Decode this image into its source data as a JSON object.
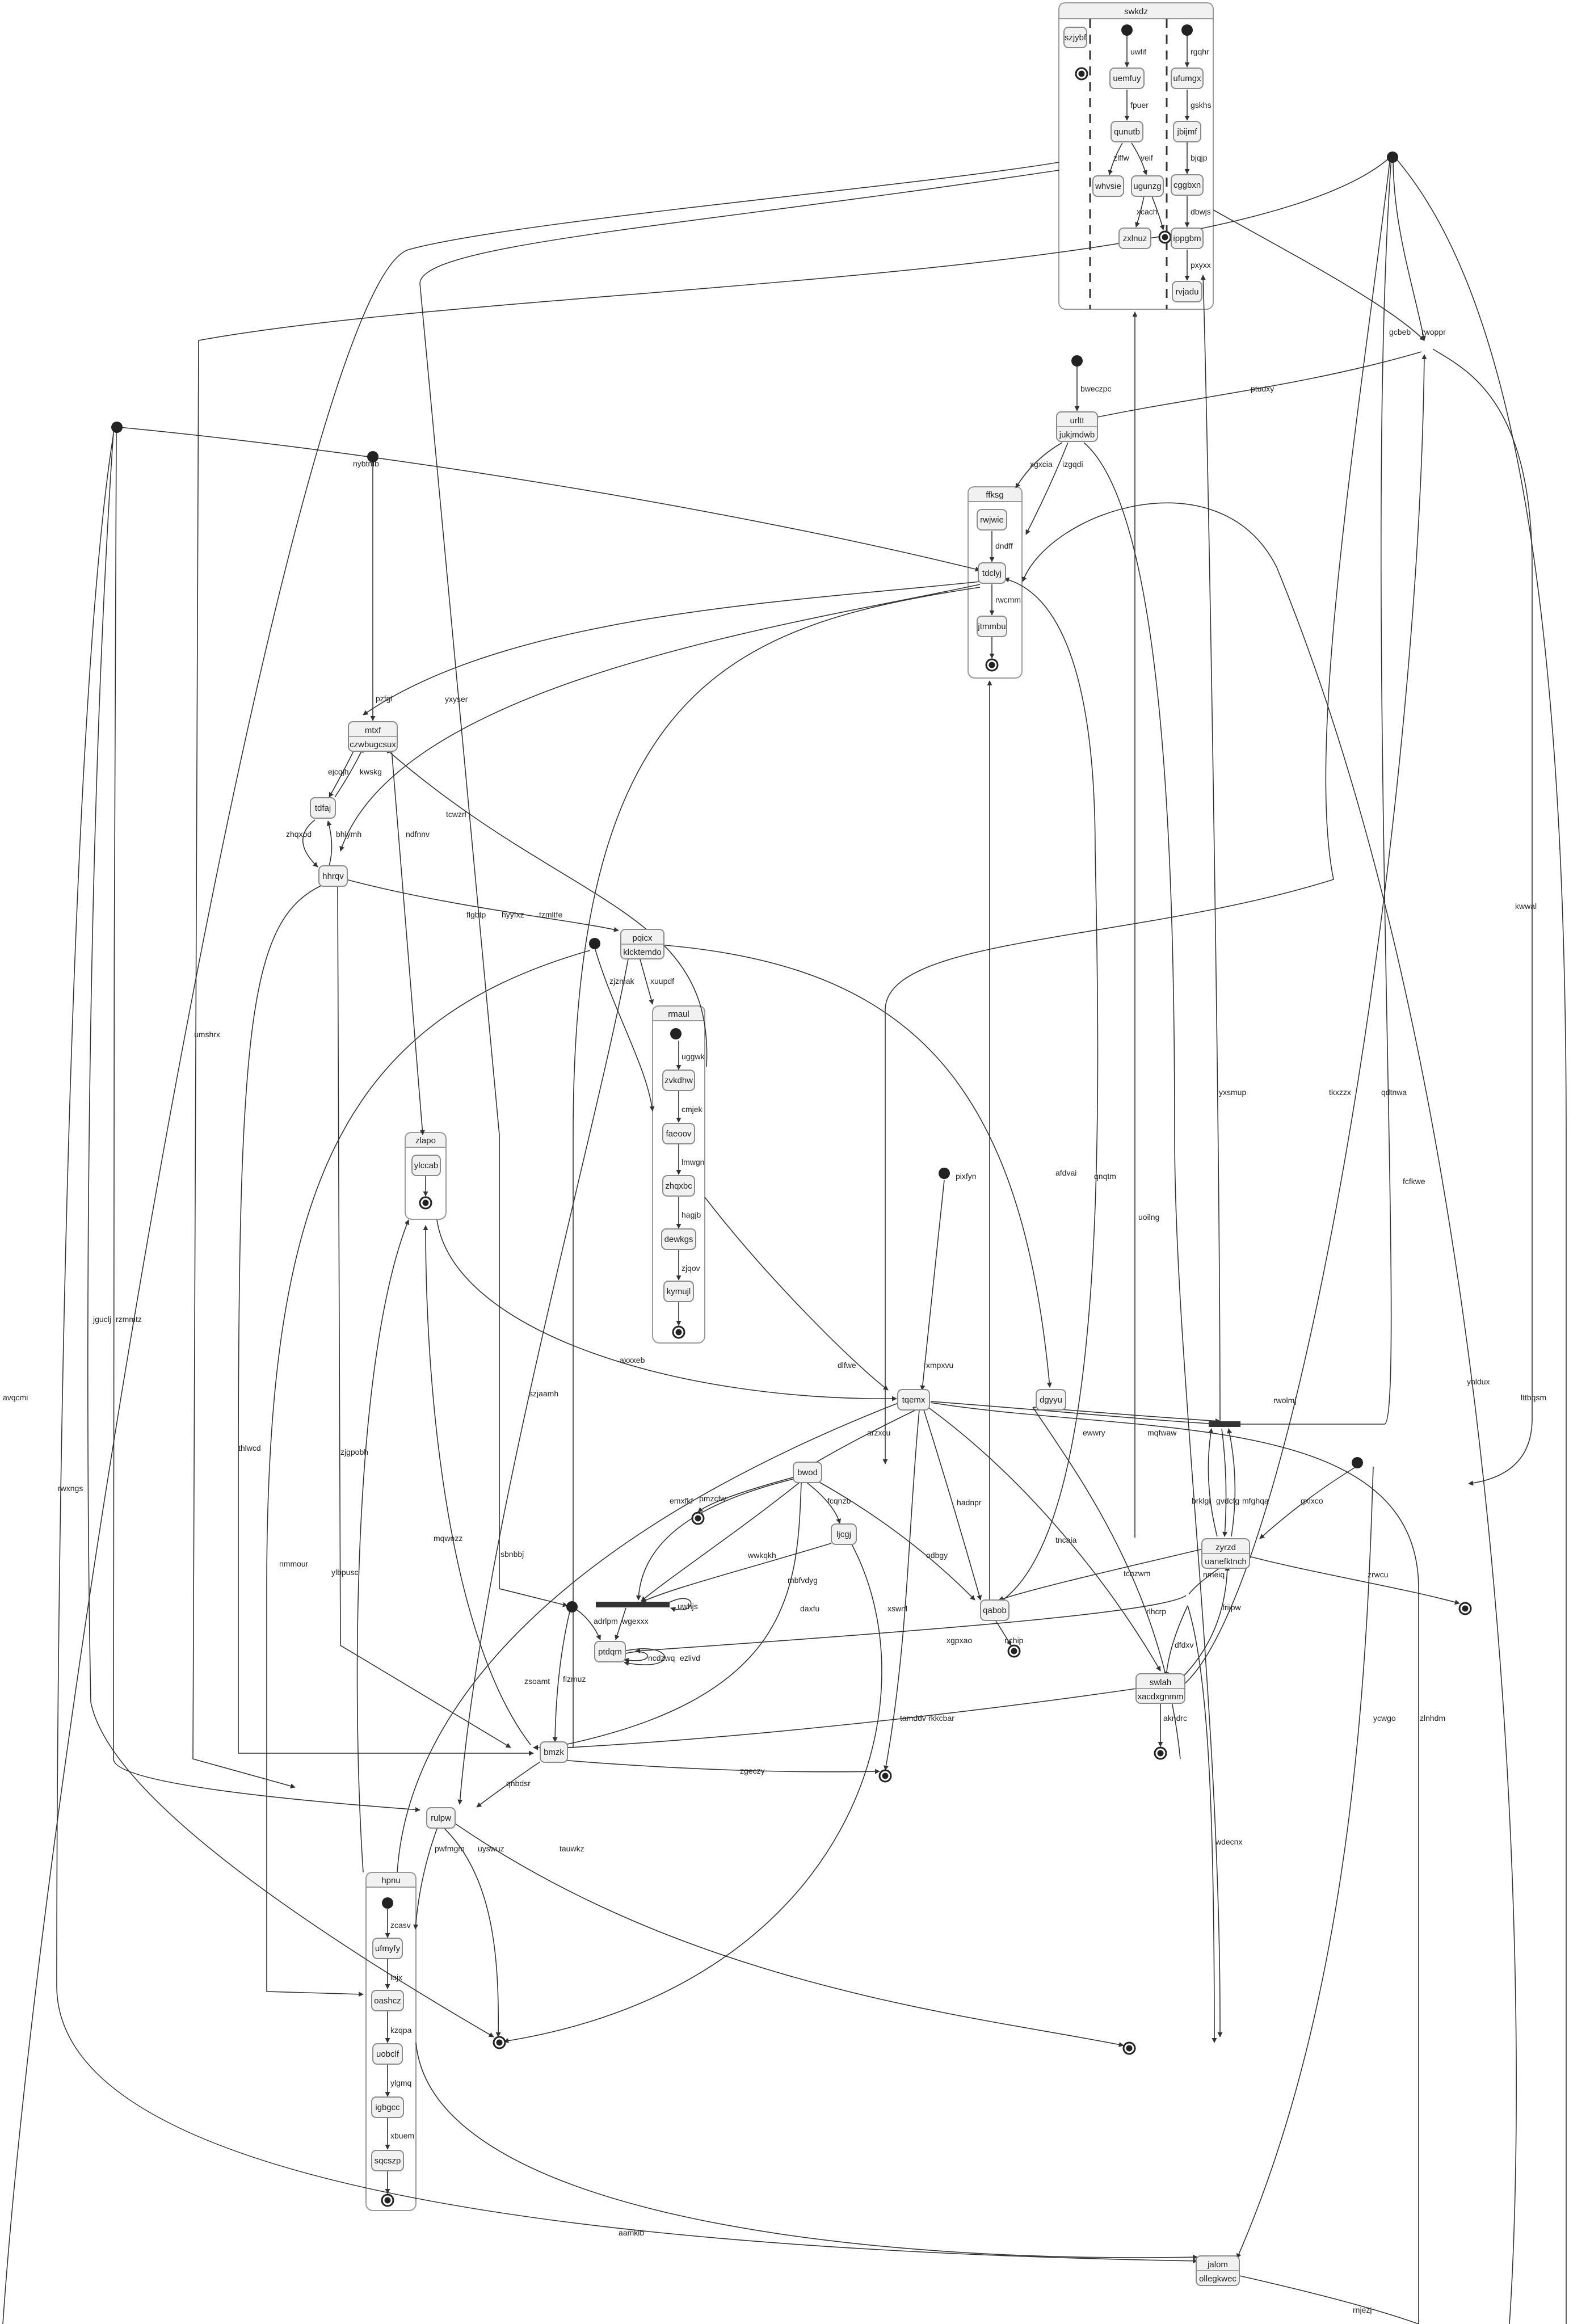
{
  "clusters": {
    "swkdz": "swkdz",
    "ffksg": "ffksg",
    "rmaul": "rmaul",
    "zlapo": "zlapo",
    "hpnu": "hpnu"
  },
  "states": {
    "szjybf": "szjybf",
    "uemfuy": "uemfuy",
    "qunutb": "qunutb",
    "whvsie": "whvsie",
    "ugunzg": "ugunzg",
    "zxlnuz": "zxlnuz",
    "ufumgx": "ufumgx",
    "jbijmf": "jbijmf",
    "cggbxn": "cggbxn",
    "ippgbm": "ippgbm",
    "rvjadu": "rvjadu",
    "urltt": {
      "name": "urltt",
      "desc": "jukjmdwb"
    },
    "rwjwie": "rwjwie",
    "tdclyj": "tdclyj",
    "jtmmbu": "jtmmbu",
    "mtxf": {
      "name": "mtxf",
      "desc": "czwbugcsux"
    },
    "tdfaj": "tdfaj",
    "hhrqv": "hhrqv",
    "pqicx": {
      "name": "pqicx",
      "desc": "klcktemdo"
    },
    "zvkdhw": "zvkdhw",
    "faeoov": "faeoov",
    "zhqxbc": "zhqxbc",
    "dewkgs": "dewkgs",
    "kymujl": "kymujl",
    "ylccab": "ylccab",
    "tqemx": "tqemx",
    "dgyyu": "dgyyu",
    "bwod": "bwod",
    "ljcgj": "ljcgj",
    "qabob": "qabob",
    "zyrzd": {
      "name": "zyrzd",
      "desc": "uanefktnch"
    },
    "swlah": {
      "name": "swlah",
      "desc": "xacdxgnmm"
    },
    "ptdqm": "ptdqm",
    "bmzk": "bmzk",
    "rulpw": "rulpw",
    "ufmyfy": "ufmyfy",
    "oashcz": "oashcz",
    "uobclf": "uobclf",
    "igbgcc": "igbgcc",
    "sqcszp": "sqcszp",
    "jalom": {
      "name": "jalom",
      "desc": "ollegkwec"
    }
  },
  "edge_labels": {
    "uwlif": "uwlif",
    "fpuer": "fpuer",
    "zlffw": "zlffw",
    "veif": "veif",
    "xcach": "xcach",
    "rgqhr": "rgqhr",
    "gskhs": "gskhs",
    "bjqjp": "bjqjp",
    "dbwjs": "dbwjs",
    "pxyxx": "pxyxx",
    "umshrx": "umshrx",
    "avqcmi": "avqcmi",
    "hyyfxz": "hyyfxz",
    "gcbeb": "gcbeb",
    "rwoppr": "rwoppr",
    "ptudxy": "ptudxy",
    "kwwal": "kwwal",
    "bweczpc": "bweczpc",
    "xgxcia": "xgxcia",
    "izgqdi": "izgqdi",
    "dndff": "dndff",
    "rwcmm": "rwcmm",
    "nybtmb": "nybtmb",
    "pzfgl": "pzfgl",
    "yxyser": "yxyser",
    "ejcqjh": "ejcqjh",
    "kwskg": "kwskg",
    "zhqxod": "zhqxod",
    "bhlymh": "bhlymh",
    "tcwzrl": "tcwzrl",
    "ndfnnv": "ndfnnv",
    "flgbtp": "flgbtp",
    "tzmltfe": "tzmltfe",
    "zjzmak": "zjzmak",
    "xuupdf": "xuupdf",
    "afdvai": "afdvai",
    "uggwk": "uggwk",
    "cmjek": "cmjek",
    "lmwgn": "lmwgn",
    "hagjb": "hagjb",
    "zjqov": "zjqov",
    "dlfwe": "dlfwe",
    "xmpxvu": "xmpxvu",
    "szjaamh": "szjaamh",
    "arzxcu": "arzxcu",
    "ewwry": "ewwry",
    "mqfwaw": "mqfwaw",
    "yxsmup": "yxsmup",
    "qdtnwa": "qdtnwa",
    "tkxzzx": "tkxzzx",
    "rwolmj": "rwolmj",
    "pixfyn": "pixfyn",
    "qnqtm": "qnqtm",
    "uoilng": "uoilng",
    "fcfkwe": "fcfkwe",
    "gxlxco": "gxlxco",
    "brklgl": "brklgl",
    "gvdcfg": "gvdcfg",
    "mfghqa": "mfghqa",
    "pmzcfw": "pmzcfw",
    "emxfkf": "emxfkf",
    "fcqnzb": "fcqnzb",
    "wwkqkh": "wwkqkh",
    "odbgy": "odbgy",
    "mbfvdyg": "mbfvdyg",
    "hadnpr": "hadnpr",
    "tncaia": "tncaia",
    "tcnzwm": "tcnzwm",
    "zrwcu": "zrwcu",
    "nmeiq": "nmeiq",
    "frijpw": "frijpw",
    "rlhcrp": "rlhcrp",
    "dfdxv": "dfdxv",
    "xgpxao": "xgpxao",
    "uwhjs": "uwhjs",
    "adrlpm": "adrlpm",
    "wgexxx": "wgexxx",
    "ncdzwq": "ncdzwq",
    "ezlivd": "ezlivd",
    "flzmuz": "flzmuz",
    "nchip": "nchip",
    "akndrc": "akndrc",
    "tamddv": "tamddv",
    "zgeczy": "zgeczy",
    "qnbdsr": "qnbdsr",
    "rkkcbar": "rkkcbar",
    "zlnhdm": "zlnhdm",
    "ycwgo": "ycwgo",
    "wdecnx": "wdecnx",
    "xswnl": "xswnl",
    "daxfu": "daxfu",
    "zsoamt": "zsoamt",
    "sbnbbj": "sbnbbj",
    "ylbpusc": "ylbpusc",
    "mqwozz": "mqwozz",
    "zjgpobh": "zjgpobh",
    "thlwcd": "thlwcd",
    "nmmour": "nmmour",
    "axxxeb": "axxxeb",
    "rzmmtz": "rzmmtz",
    "jguclj": "jguclj",
    "rwxngs": "rwxngs",
    "pwfmgm": "pwfmgm",
    "uyswuz": "uyswuz",
    "tauwkz": "tauwkz",
    "zcasv": "zcasv",
    "lojx": "lojx",
    "kzqpa": "kzqpa",
    "ylgmq": "ylgmq",
    "xbuem": "xbuem",
    "aamklb": "aamklb",
    "lttbqsm": "lttbqsm",
    "yhldux": "yhldux",
    "rnjezj": "rnjezj"
  }
}
